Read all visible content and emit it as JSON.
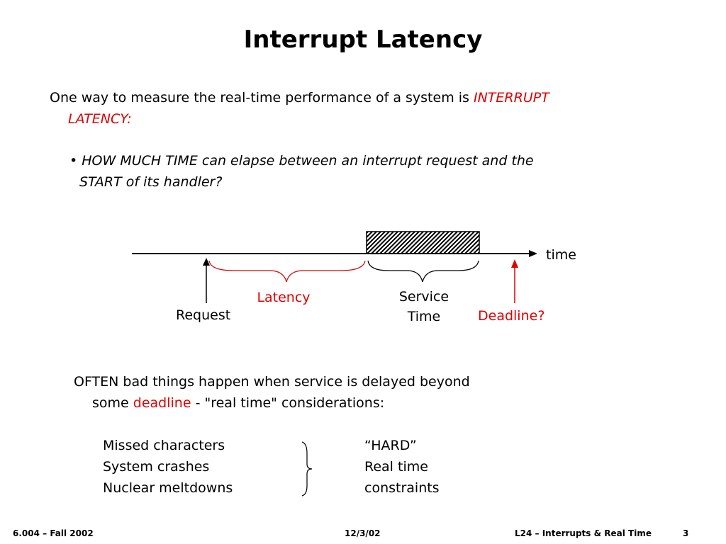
{
  "title": "Interrupt Latency",
  "intro": {
    "line1": "One way to measure the real-time performance of a system is",
    "term_line1": "INTERRUPT",
    "term_line2": "LATENCY:"
  },
  "bullet": {
    "marker": "•",
    "emph": "HOW MUCH TIME",
    "line1_rest": "can elapse between an interrupt request and the",
    "line2": "START of its handler?"
  },
  "diagram": {
    "time_label": "time",
    "request_label": "Request",
    "latency_label": "Latency",
    "service_line1": "Service",
    "service_line2": "Time",
    "deadline_label": "Deadline?",
    "red_color": "#e00000"
  },
  "consequences": {
    "line1": "OFTEN bad things happen when service is delayed beyond",
    "line2_pre": "some",
    "line2_red": "deadline",
    "line2_post": "- \"real time\" considerations:",
    "items": [
      "Missed characters",
      "System crashes",
      "Nuclear meltdowns"
    ],
    "constraint": [
      "“HARD”",
      "Real time",
      "constraints"
    ]
  },
  "footer": {
    "left": "6.004 – Fall 2002",
    "center": "12/3/02",
    "right": "L24 – Interrupts & Real Time",
    "page": "3"
  }
}
